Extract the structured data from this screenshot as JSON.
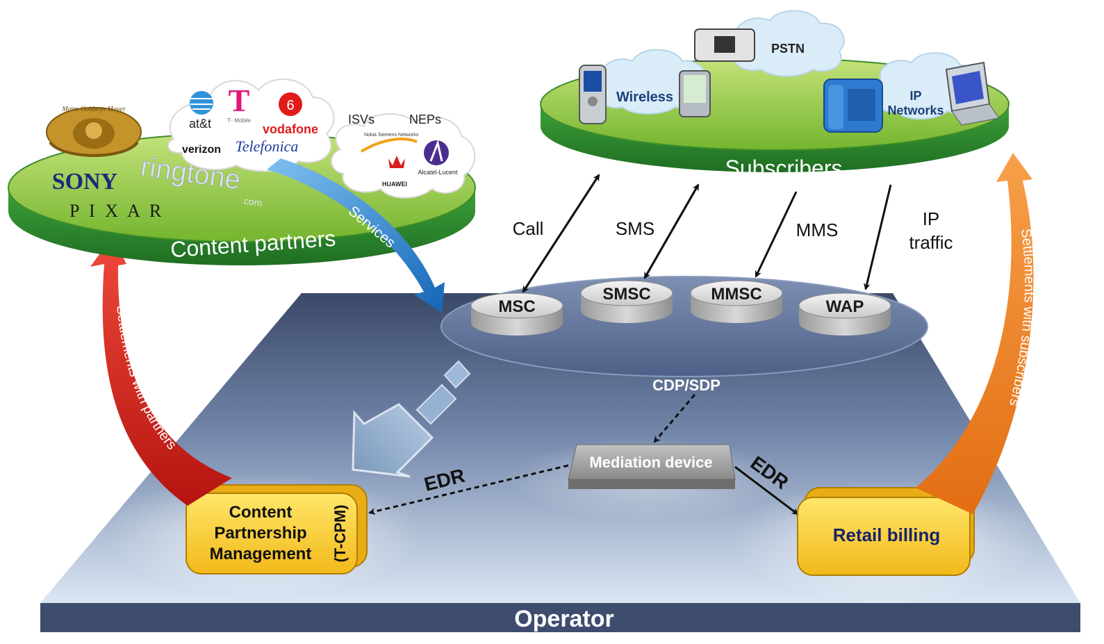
{
  "operator": {
    "label": "Operator"
  },
  "content_partners": {
    "label": "Content partners",
    "logos": {
      "att": "at&t",
      "tmobile_sub": "T··Mobile",
      "vodafone": "vodafone",
      "verizon": "verizon",
      "telefonica": "Telefonica",
      "sony": "SONY",
      "ringtone": "ringtone",
      "ringtone_suffix": ".com",
      "pixar": "P I X A R",
      "mgm": "Metro Goldwyn Mayer",
      "isvs": "ISVs",
      "neps": "NEPs",
      "nokia_siemens": "Nokia Siemens Networks",
      "huawei": "HUAWEI",
      "alcatel": "Alcatel-Lucent"
    }
  },
  "subscribers": {
    "label": "Subscribers",
    "clouds": {
      "wireless": "Wireless",
      "pstn": "PSTN",
      "ip_line1": "IP",
      "ip_line2": "Networks"
    }
  },
  "traffic": {
    "call": "Call",
    "sms": "SMS",
    "mms": "MMS",
    "ip_line1": "IP",
    "ip_line2": "traffic"
  },
  "network_nodes": {
    "msc": "MSC",
    "smsc": "SMSC",
    "mmsc": "MMSC",
    "wap": "WAP"
  },
  "platform": {
    "cdp_sdp": "CDP/SDP"
  },
  "mediation": {
    "label": "Mediation device"
  },
  "edr": {
    "left": "EDR",
    "right": "EDR"
  },
  "tcpm": {
    "line1": "Content",
    "line2": "Partnership",
    "line3": "Management",
    "side": "(T-CPM)"
  },
  "retail": {
    "label": "Retail billing"
  },
  "flows": {
    "services": "Services",
    "settlements_partners": "Settlements with partners",
    "settlements_subscribers": "Settlements with subscribers"
  },
  "colors": {
    "operator_top": "#a9bbd6",
    "operator_dark": "#3e4c6e",
    "disc_green": "#8dc63f",
    "disc_band": "#2f8a2f",
    "platform": "#6c7fa3",
    "module_yellow": "#f7c51f",
    "arrow_red": "#e0251b",
    "arrow_orange": "#ee7d1b",
    "arrow_blue": "#1b78c8"
  }
}
